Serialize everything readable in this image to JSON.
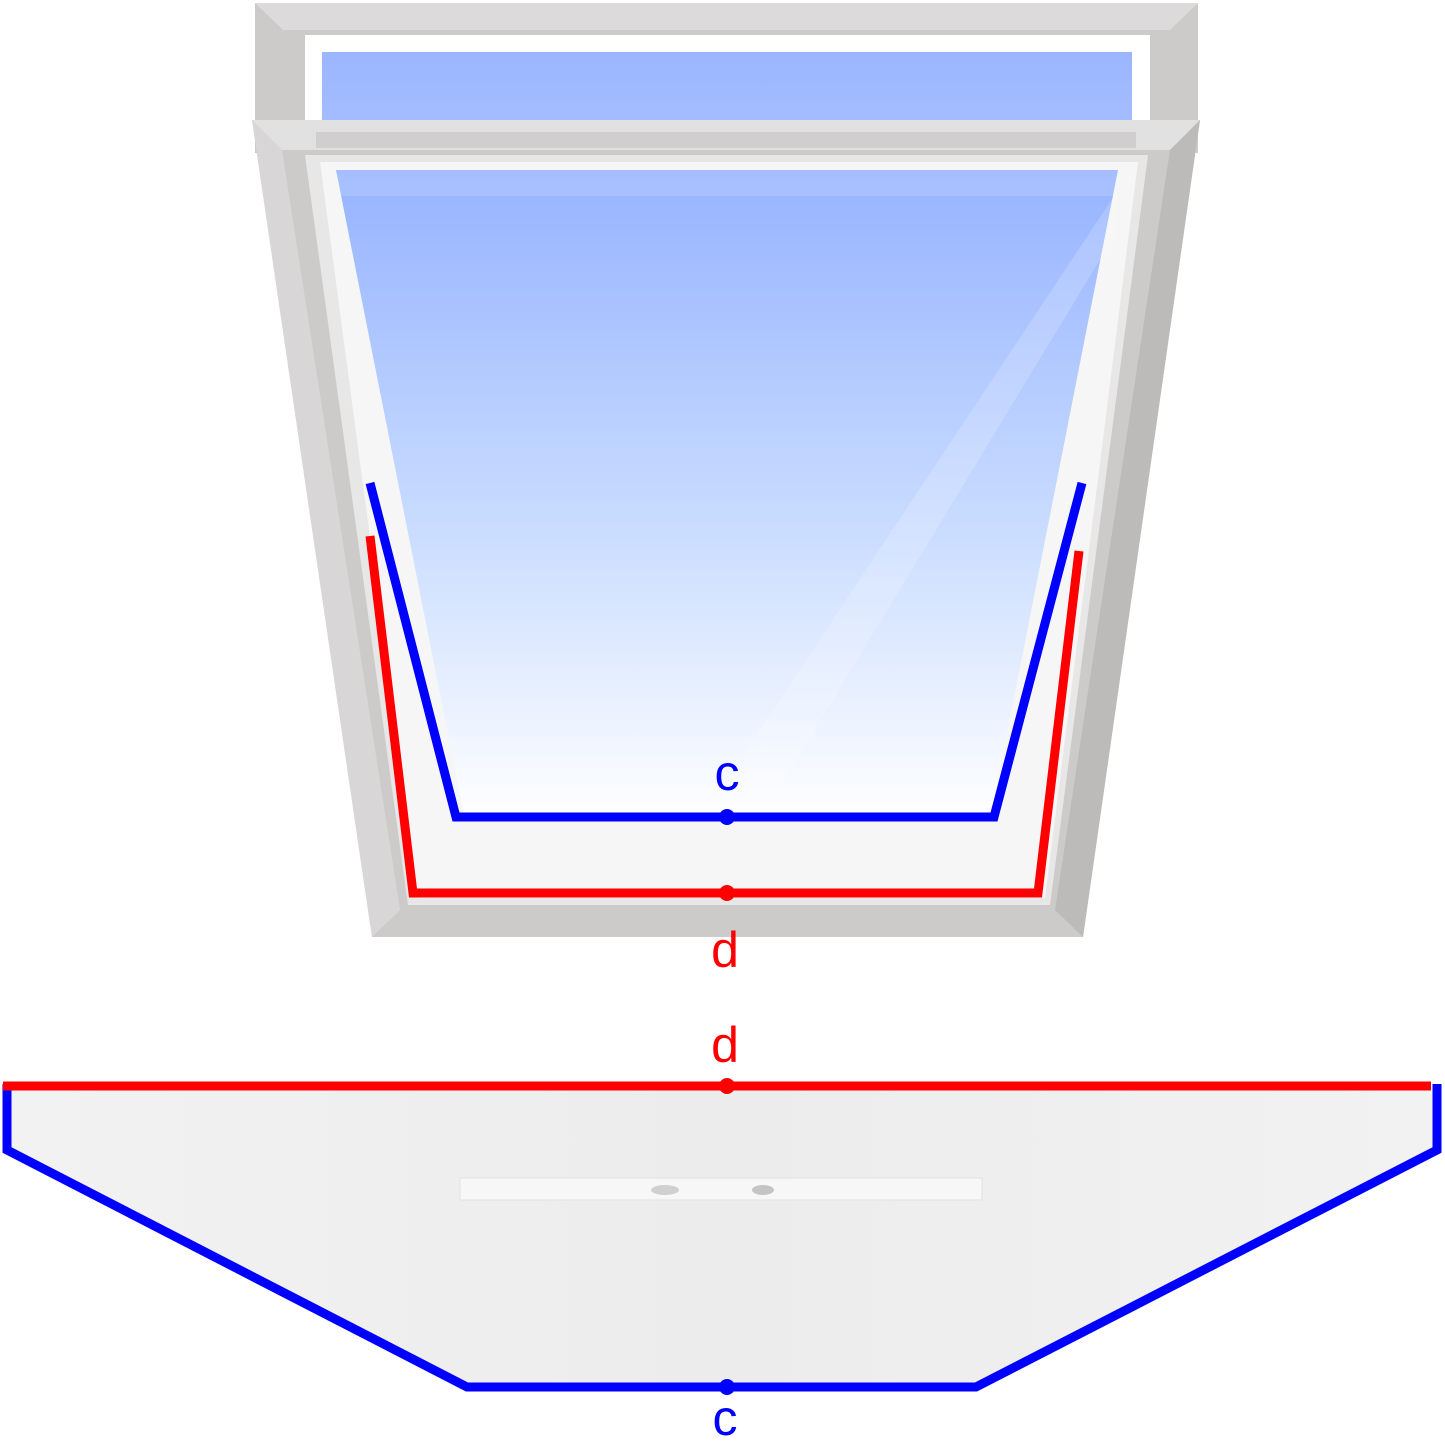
{
  "diagram": {
    "colors": {
      "inner_edge": "#0000ff",
      "outer_edge": "#ff0000",
      "frame": "#cdcaca",
      "frame_light": "#e7e6e6",
      "glass_top": "#96b3ff",
      "glass_bottom": "#ffffff",
      "panel_fill": "#f1f1f1"
    },
    "labels": {
      "window_inner": "c",
      "window_outer": "d",
      "panel_top": "d",
      "panel_bottom": "c"
    }
  }
}
